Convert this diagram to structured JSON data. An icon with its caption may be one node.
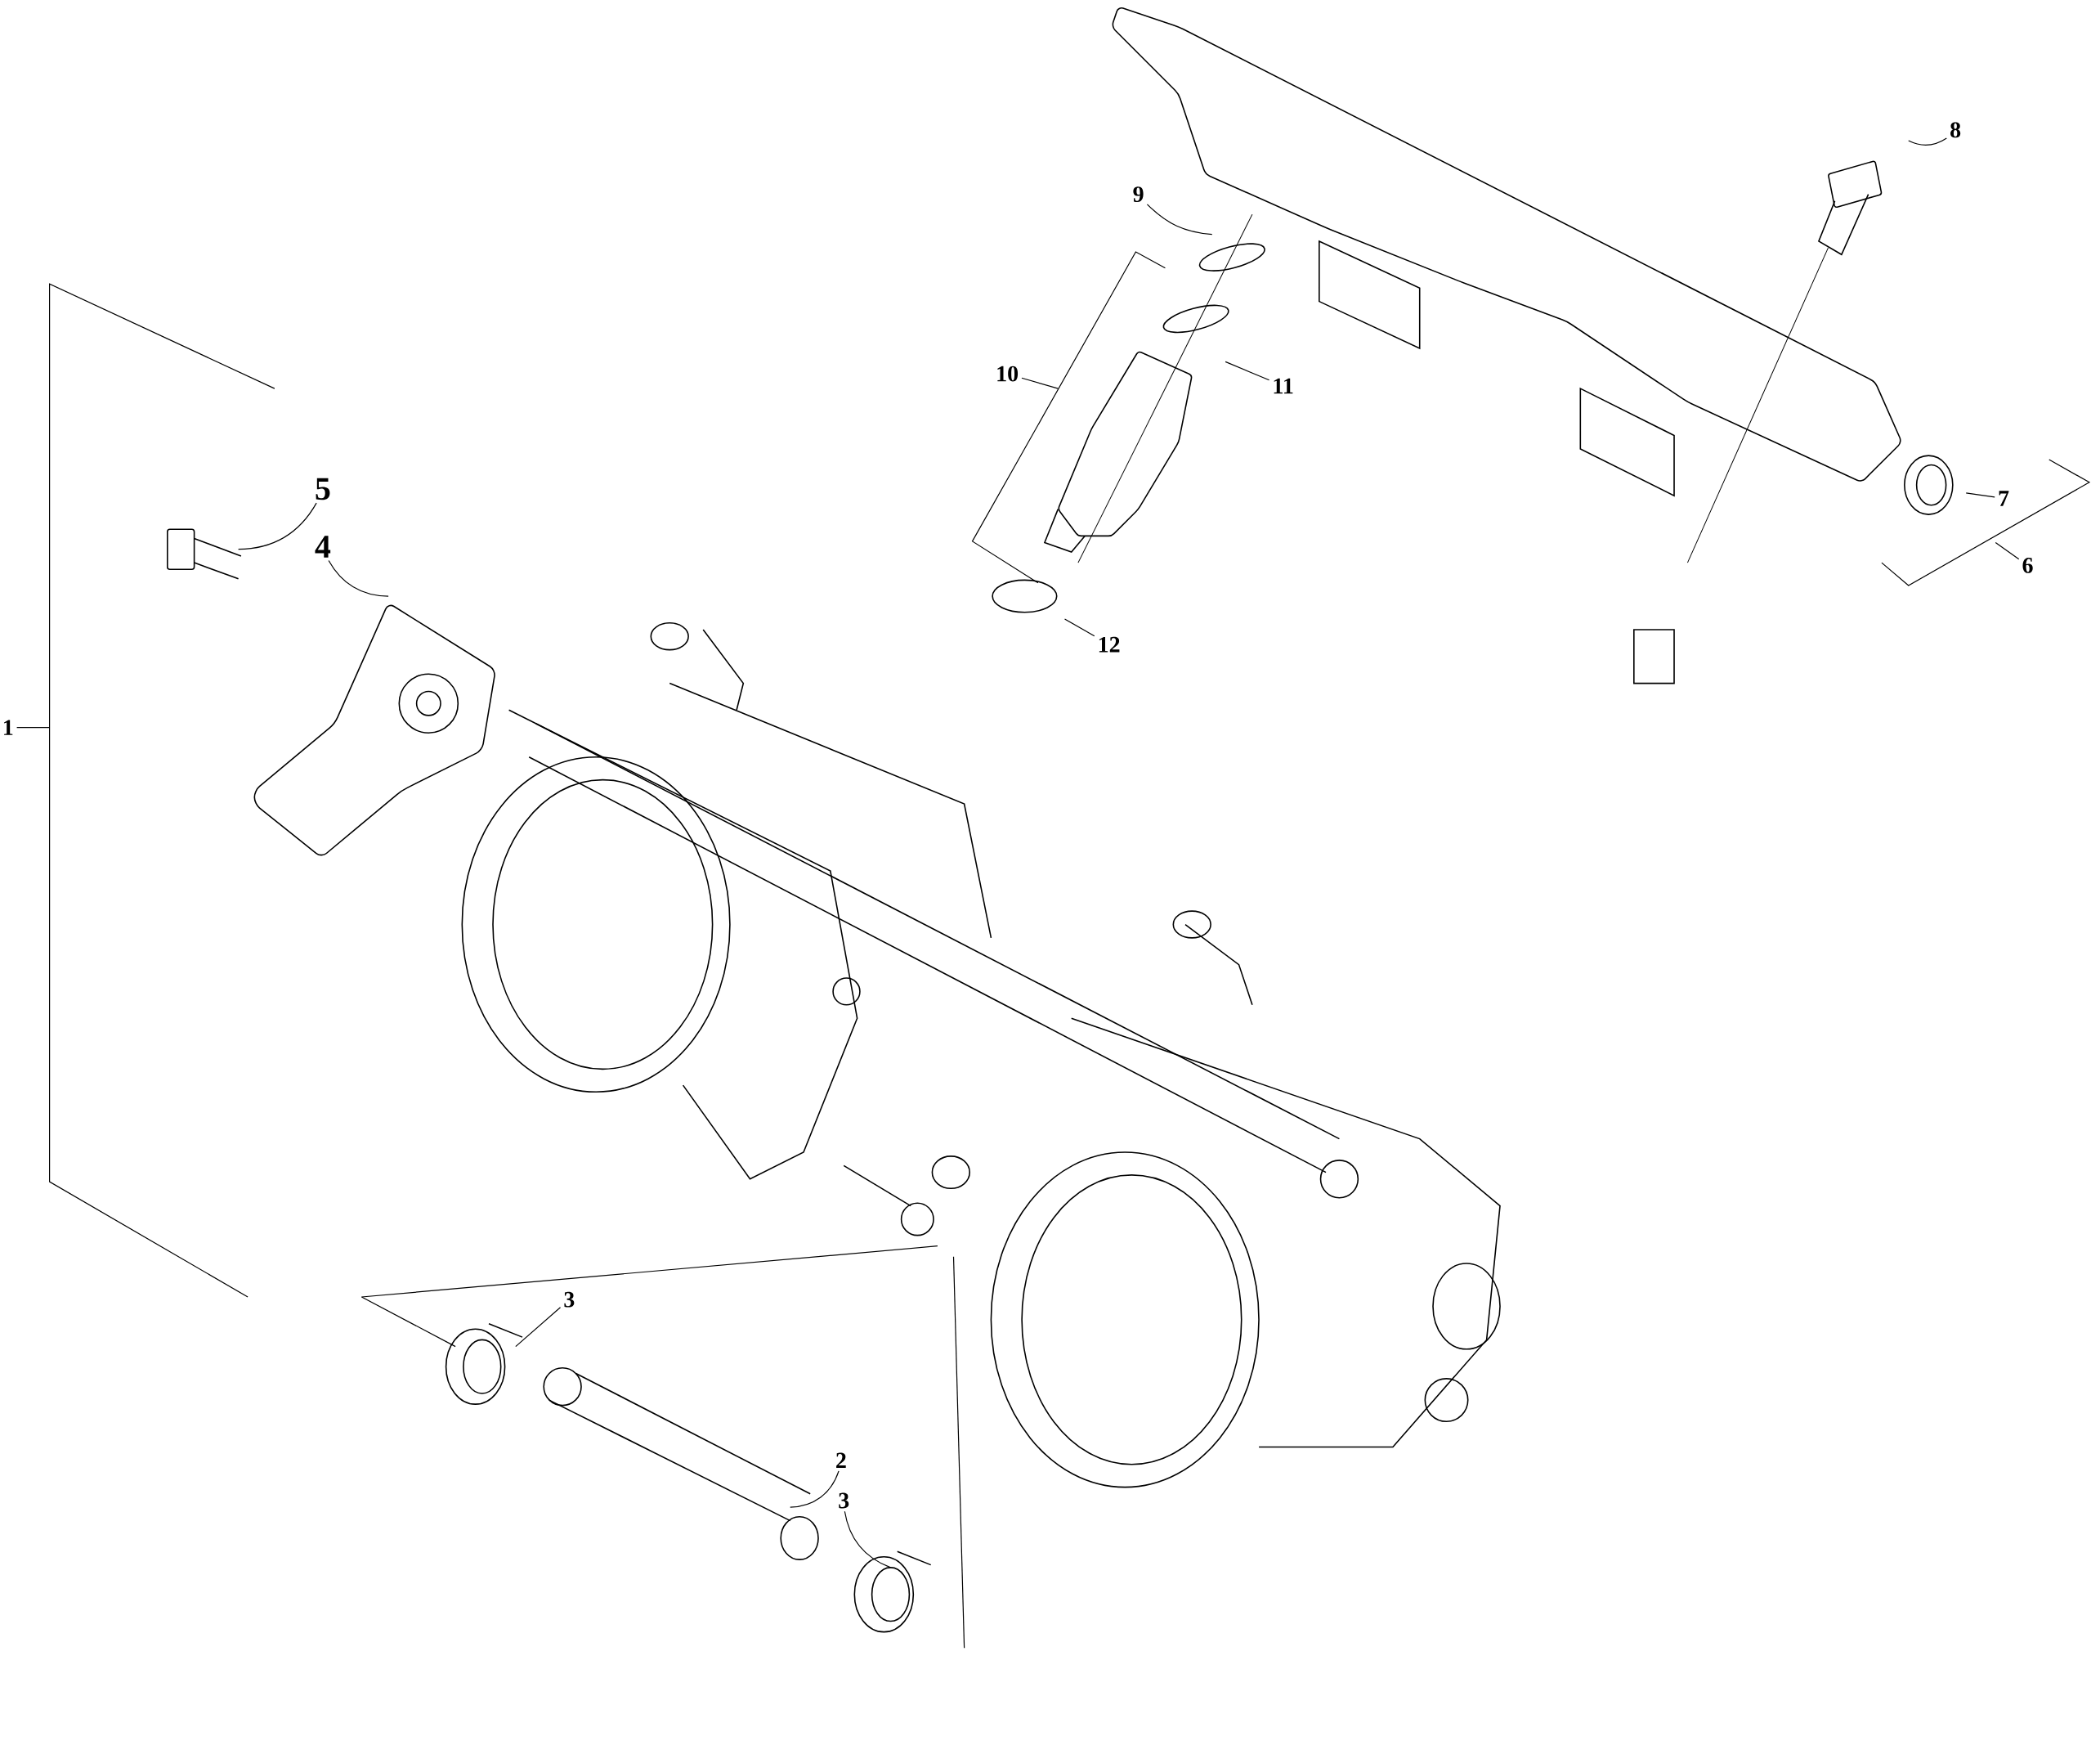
{
  "diagram": {
    "nodes": [
      {
        "text": [
          "1"
        ]
      },
      {
        "text": [
          "5"
        ]
      },
      {
        "text": [
          "4"
        ]
      },
      {
        "text": [
          "3"
        ]
      },
      {
        "text": [
          "2"
        ]
      },
      {
        "text": [
          "3"
        ]
      },
      {
        "text": [
          "9"
        ]
      },
      {
        "text": [
          "10"
        ]
      },
      {
        "text": [
          "11"
        ]
      },
      {
        "text": [
          "12"
        ]
      },
      {
        "text": [
          "8"
        ]
      },
      {
        "text": [
          "7"
        ]
      },
      {
        "text": [
          "6"
        ]
      }
    ],
    "edges": [
      {
        "from": 0,
        "to": null,
        "arrow": "none"
      },
      {
        "from": 1,
        "to": null,
        "arrow": "none"
      },
      {
        "from": 2,
        "to": null,
        "arrow": "none"
      },
      {
        "from": 3,
        "to": null,
        "arrow": "none"
      },
      {
        "from": 4,
        "to": null,
        "arrow": "none"
      },
      {
        "from": 5,
        "to": null,
        "arrow": "none"
      },
      {
        "from": 6,
        "to": null,
        "arrow": "none"
      },
      {
        "from": 7,
        "to": null,
        "arrow": "none"
      },
      {
        "from": 8,
        "to": null,
        "arrow": "none"
      },
      {
        "from": 9,
        "to": null,
        "arrow": "none"
      },
      {
        "from": 10,
        "to": null,
        "arrow": "none"
      },
      {
        "from": 11,
        "to": null,
        "arrow": "none"
      },
      {
        "from": 12,
        "to": null,
        "arrow": "none"
      }
    ]
  }
}
